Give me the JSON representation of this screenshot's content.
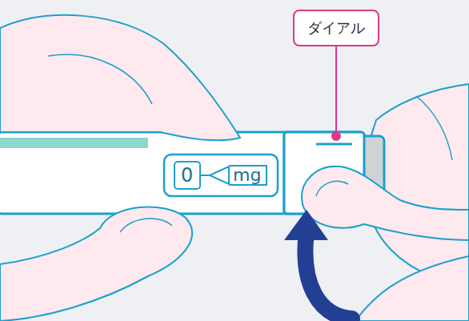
{
  "diagram": {
    "nodes": [
      {
        "text": [
          "ダイアル"
        ]
      }
    ],
    "labels": [
      "0",
      "mg"
    ]
  }
}
